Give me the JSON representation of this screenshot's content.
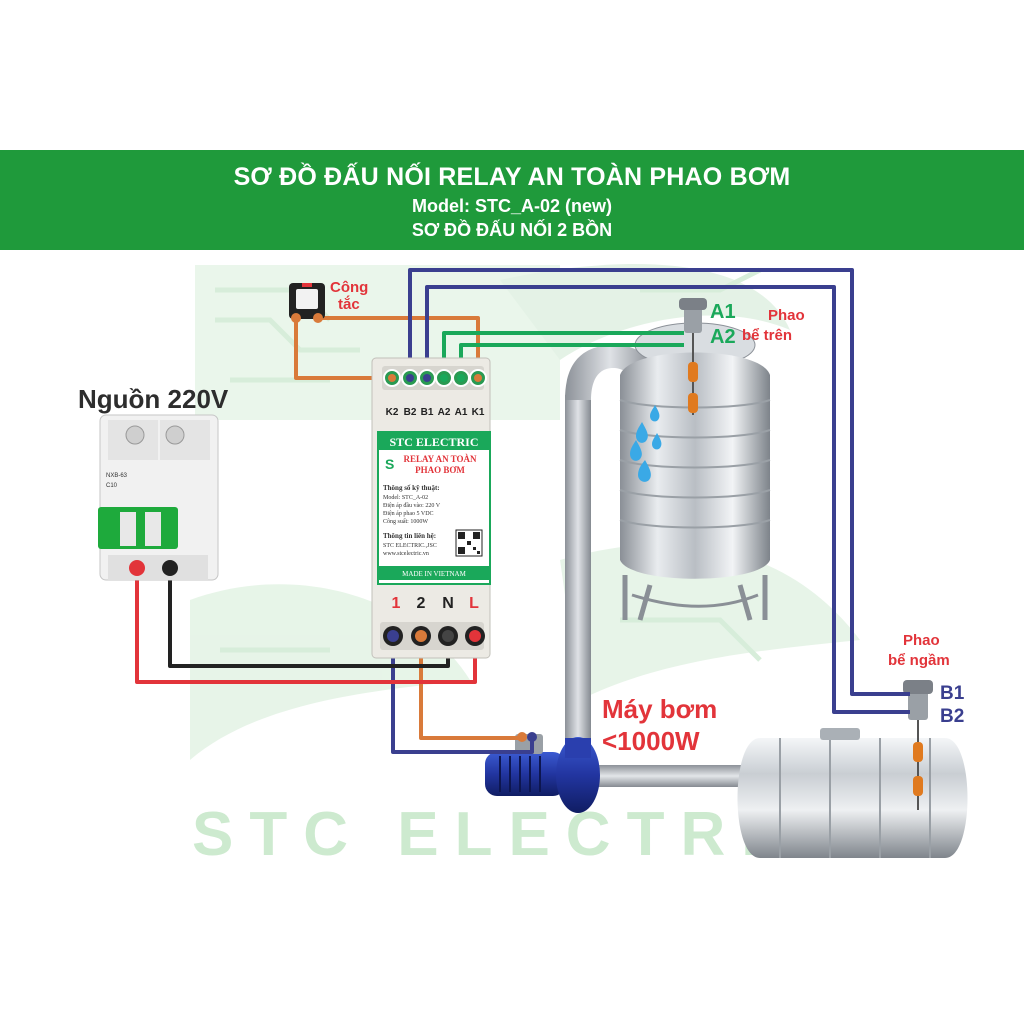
{
  "header": {
    "title": "SƠ ĐỒ ĐẤU NỐI RELAY AN TOÀN PHAO BƠM",
    "model": "Model: STC_A-02 (new)",
    "subtitle": "SƠ ĐỒ ĐẤU NỐI 2 BỒN"
  },
  "labels": {
    "power": "Nguồn 220V",
    "switch_line1": "Công",
    "switch_line2": "tắc",
    "top_float_line1": "Phao",
    "top_float_line2": "bể trên",
    "bottom_float_line1": "Phao",
    "bottom_float_line2": "bể ngầm",
    "a1": "A1",
    "a2": "A2",
    "b1": "B1",
    "b2": "B2",
    "pump_line1": "Máy bơm",
    "pump_line2": "<1000W",
    "watermark": "STC ELECTRIC"
  },
  "relay": {
    "top_terminals": [
      "K2",
      "B2",
      "B1",
      "A2",
      "A1",
      "K1"
    ],
    "brand": "STC ELECTRIC",
    "product_line1": "RELAY AN TOÀN",
    "product_line2": "PHAO BƠM",
    "spec_title": "Thông số kỹ thuật:",
    "spec_lines": [
      "Model: STC_A-02",
      "Điện áp đầu vào: 220 V",
      "Điện áp phao 5 VDC",
      "Công suất: 1000W"
    ],
    "contact_title": "Thông tin liên hệ:",
    "contact_lines": [
      "STC ELECTRIC.,JSC",
      "www.stcelectric.vn"
    ],
    "made_in": "MADE IN VIETNAM",
    "bottom_terminals": [
      "1",
      "2",
      "N",
      "L"
    ]
  },
  "breaker": {
    "model": "NXB-63",
    "rating": "C10"
  },
  "colors": {
    "header_green": "#1f9a3b",
    "wire_navy": "#3a3f8f",
    "wire_green": "#1aa85a",
    "wire_orange": "#d97a3a",
    "wire_red": "#e2343a",
    "wire_black": "#222222",
    "label_red": "#e2343a",
    "label_green": "#1aa85a",
    "label_navy": "#3a3f8f",
    "watermark_green": "#cdeacf"
  }
}
